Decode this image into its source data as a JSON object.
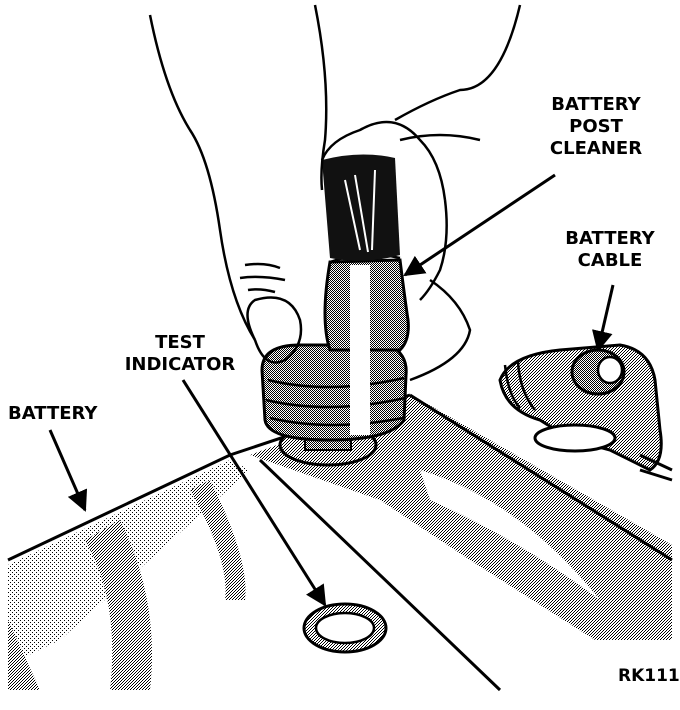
{
  "figure": {
    "id_label": "RK111",
    "style": "black-and-white technical line illustration with stipple shading"
  },
  "labels": {
    "post_cleaner": [
      "BATTERY",
      "POST",
      "CLEANER"
    ],
    "cable": [
      "BATTERY",
      "CABLE"
    ],
    "test_indicator": [
      "TEST",
      "INDICATOR"
    ],
    "battery": "BATTERY"
  },
  "colors": {
    "ink": "#000000",
    "paper": "#ffffff",
    "stipple": "#8a8a8a"
  }
}
